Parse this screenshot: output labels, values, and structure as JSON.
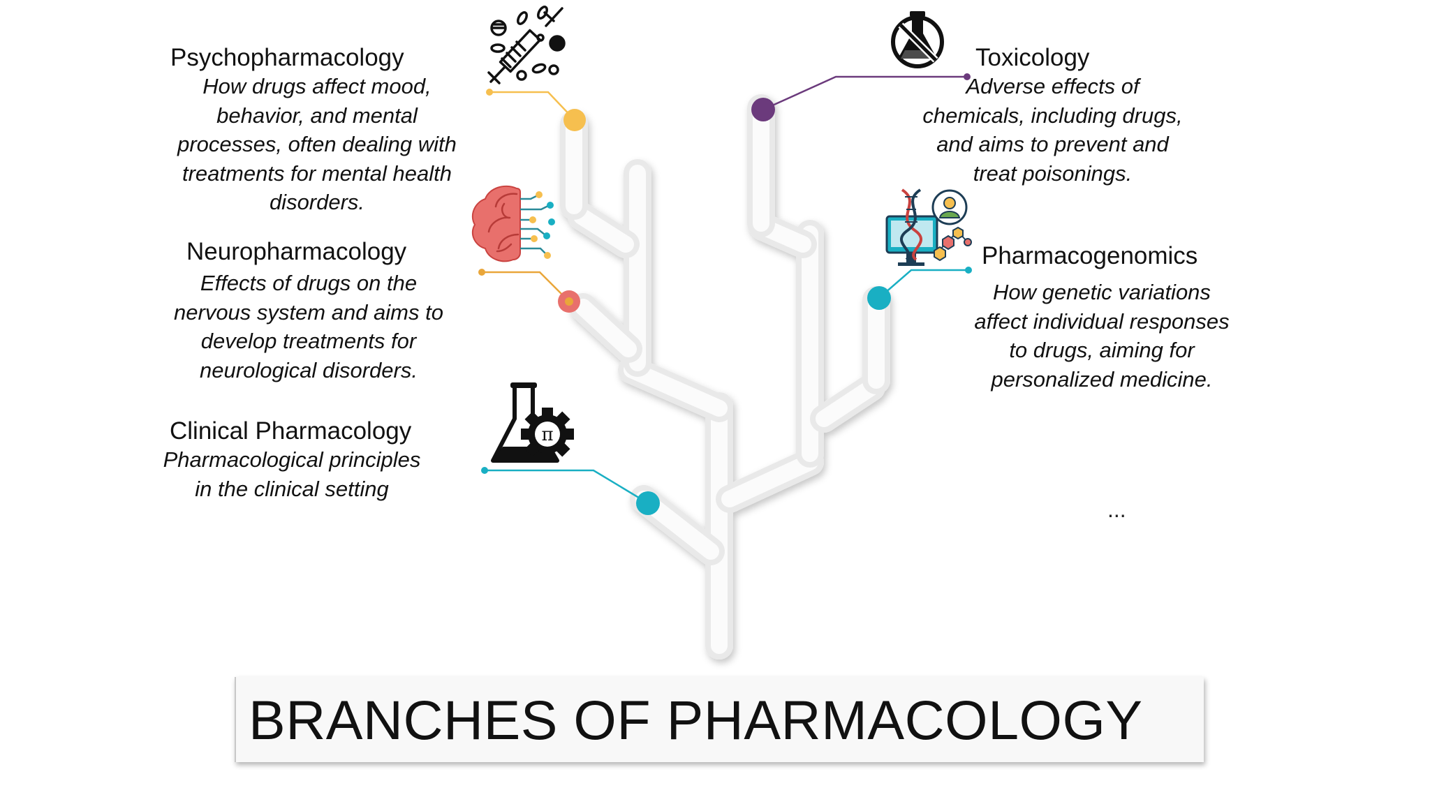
{
  "branches": [
    {
      "title": "Psychopharmacology",
      "description": "How drugs affect mood, behavior, and mental processes, often dealing with treatments for mental health disorders.",
      "icon": "syringe-pills-icon",
      "color": "#F6BF4F"
    },
    {
      "title": "Neuropharmacology",
      "description": "Effects of drugs on the nervous system and aims to develop treatments for neurological disorders.",
      "icon": "brain-circuit-icon",
      "color": "#E8706C"
    },
    {
      "title": "Clinical Pharmacology",
      "description": "Pharmacological principles in the clinical setting",
      "icon": "flask-gear-icon",
      "color": "#19AFC3"
    },
    {
      "title": "Toxicology",
      "description": "Adverse effects of chemicals, including drugs, and aims to prevent and treat poisonings.",
      "icon": "no-flask-icon",
      "color": "#6B3A7C"
    },
    {
      "title": "Pharmacogenomics",
      "description": "How genetic variations affect individual responses to drugs, aiming for personalized medicine.",
      "icon": "dna-monitor-icon",
      "color": "#19AFC3"
    }
  ],
  "ellipsis": "...",
  "banner_title": "BRANCHES OF PHARMACOLOGY",
  "pi_symbol": "π"
}
